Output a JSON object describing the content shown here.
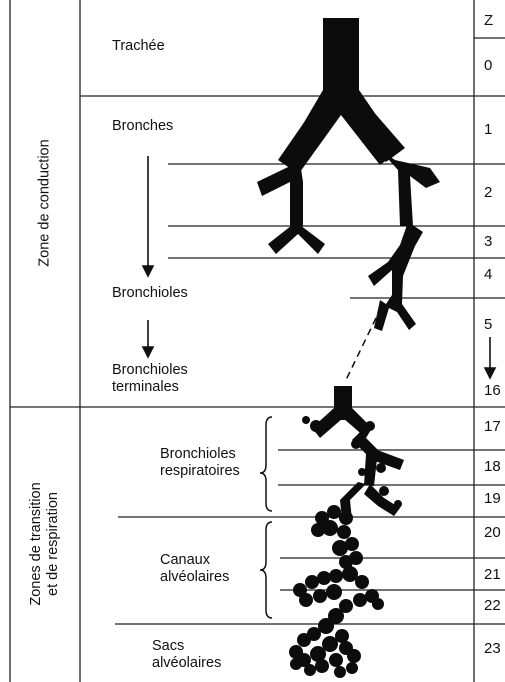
{
  "zones": {
    "conduction": "Zone de conduction",
    "transition_line1": "Zones de transition",
    "transition_line2": "et de respiration"
  },
  "structures": {
    "trachee": "Trachée",
    "bronches": "Bronches",
    "bronchioles": "Bronchioles",
    "bronchioles_terminales_line1": "Bronchioles",
    "bronchioles_terminales_line2": "terminales",
    "bronchioles_respiratoires_line1": "Bronchioles",
    "bronchioles_respiratoires_line2": "respiratoires",
    "canaux_line1": "Canaux",
    "canaux_line2": "alvéolaires",
    "sacs_line1": "Sacs",
    "sacs_line2": "alvéolaires"
  },
  "generation_header": "Z",
  "generations": [
    "0",
    "1",
    "2",
    "3",
    "4",
    "5",
    "16",
    "17",
    "18",
    "19",
    "20",
    "21",
    "22",
    "23"
  ],
  "colors": {
    "ink": "#111111",
    "background": "#ffffff"
  }
}
